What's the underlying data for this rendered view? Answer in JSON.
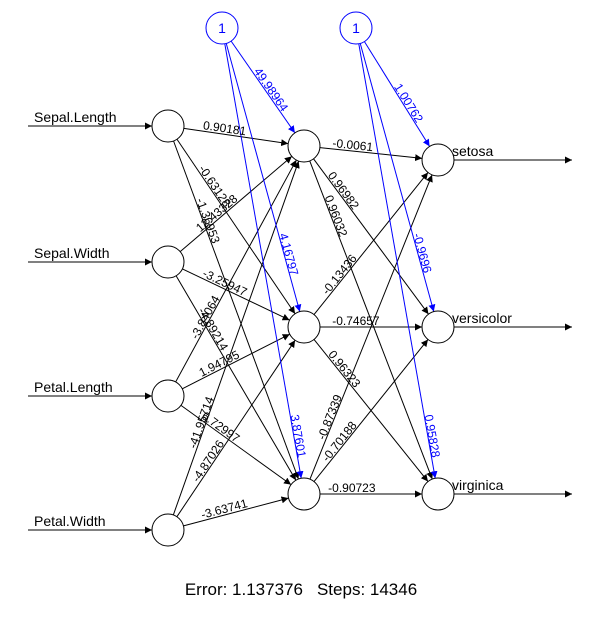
{
  "bias_label": "1",
  "inputs": [
    "Sepal.Length",
    "Sepal.Width",
    "Petal.Length",
    "Petal.Width"
  ],
  "outputs": [
    "setosa",
    "versicolor",
    "virginica"
  ],
  "hidden_count": 3,
  "weights_input_hidden": [
    [
      "0.90181",
      "-0.63128",
      "-1.36953"
    ],
    [
      "12.43328",
      "-3.25947",
      "-4.89214"
    ],
    [
      "-3.84064",
      "1.94795",
      "6.72997"
    ],
    [
      "-41.95714",
      "-4.87026",
      "-3.63741"
    ]
  ],
  "weights_bias_hidden": [
    "49.98964",
    "4.16797",
    "3.87601"
  ],
  "weights_hidden_output": [
    [
      "-0.0061",
      "0.96982",
      "0.96032"
    ],
    [
      "-0.13436",
      "-0.74657",
      "0.96323"
    ],
    [
      "-0.87339",
      "-0.70188",
      "-0.90723"
    ]
  ],
  "weights_bias_output": [
    "1.00762",
    "-0.9696",
    "0.95828"
  ],
  "colors": {
    "bias": "#0000ff",
    "edge": "#000000"
  },
  "footer": {
    "error_text": "Error: 1.137376",
    "steps_text": "Steps: 14346"
  }
}
